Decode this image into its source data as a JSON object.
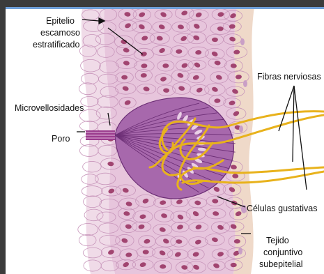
{
  "labels": {
    "epithelium_line1": "Epitelio",
    "epithelium_line2": "escamoso",
    "epithelium_line3": "estratificado",
    "microvilli": "Microvellosidades",
    "pore": "Poro",
    "nerve_fibers": "Fibras nerviosas",
    "taste_cells": "Células gustativas",
    "connective_line1": "Tejido",
    "connective_line2": "conjuntivo",
    "connective_line3": "subepitelial"
  },
  "colors": {
    "epithelium": "#e7c5dc",
    "cell_outline": "#c795ba",
    "nucleus": "#a14470",
    "bud": "#a768ac",
    "bud_line": "#6d2f76",
    "nerve": "#e8b21c",
    "connective": "#efd9c9",
    "pore": "#9b3d8e"
  }
}
